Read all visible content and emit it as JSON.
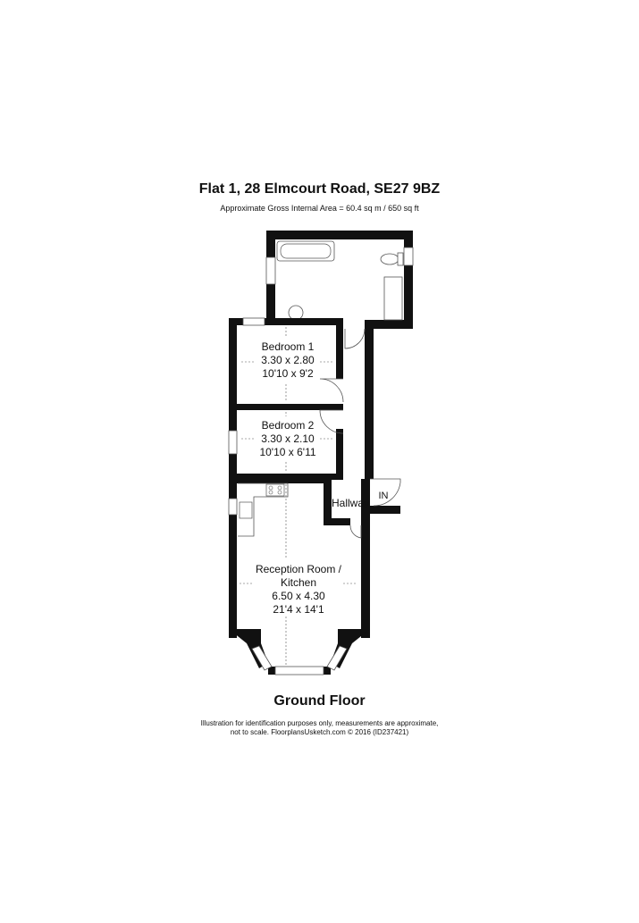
{
  "title": "Flat 1, 28 Elmcourt Road, SE27 9BZ",
  "subtitle": "Approximate Gross Internal Area = 60.4 sq m / 650 sq ft",
  "rooms": {
    "bedroom1": {
      "name": "Bedroom 1",
      "metric": "3.30 x 2.80",
      "imperial": "10'10 x 9'2"
    },
    "bedroom2": {
      "name": "Bedroom 2",
      "metric": "3.30 x 2.10",
      "imperial": "10'10 x 6'11"
    },
    "reception": {
      "name_line1": "Reception Room /",
      "name_line2": "Kitchen",
      "metric": "6.50 x 4.30",
      "imperial": "21'4 x 14'1"
    },
    "hallway": {
      "name": "Hallway"
    }
  },
  "entrance_label": "IN",
  "floor_label": "Ground Floor",
  "disclaimer": {
    "line1": "Illustration for identification purposes only, measurements are approximate,",
    "line2": "not to scale. FloorplansUsketch.com © 2016 (ID237421)"
  },
  "colors": {
    "wall": "#111111",
    "window": "#ffffff",
    "line": "#555555"
  }
}
